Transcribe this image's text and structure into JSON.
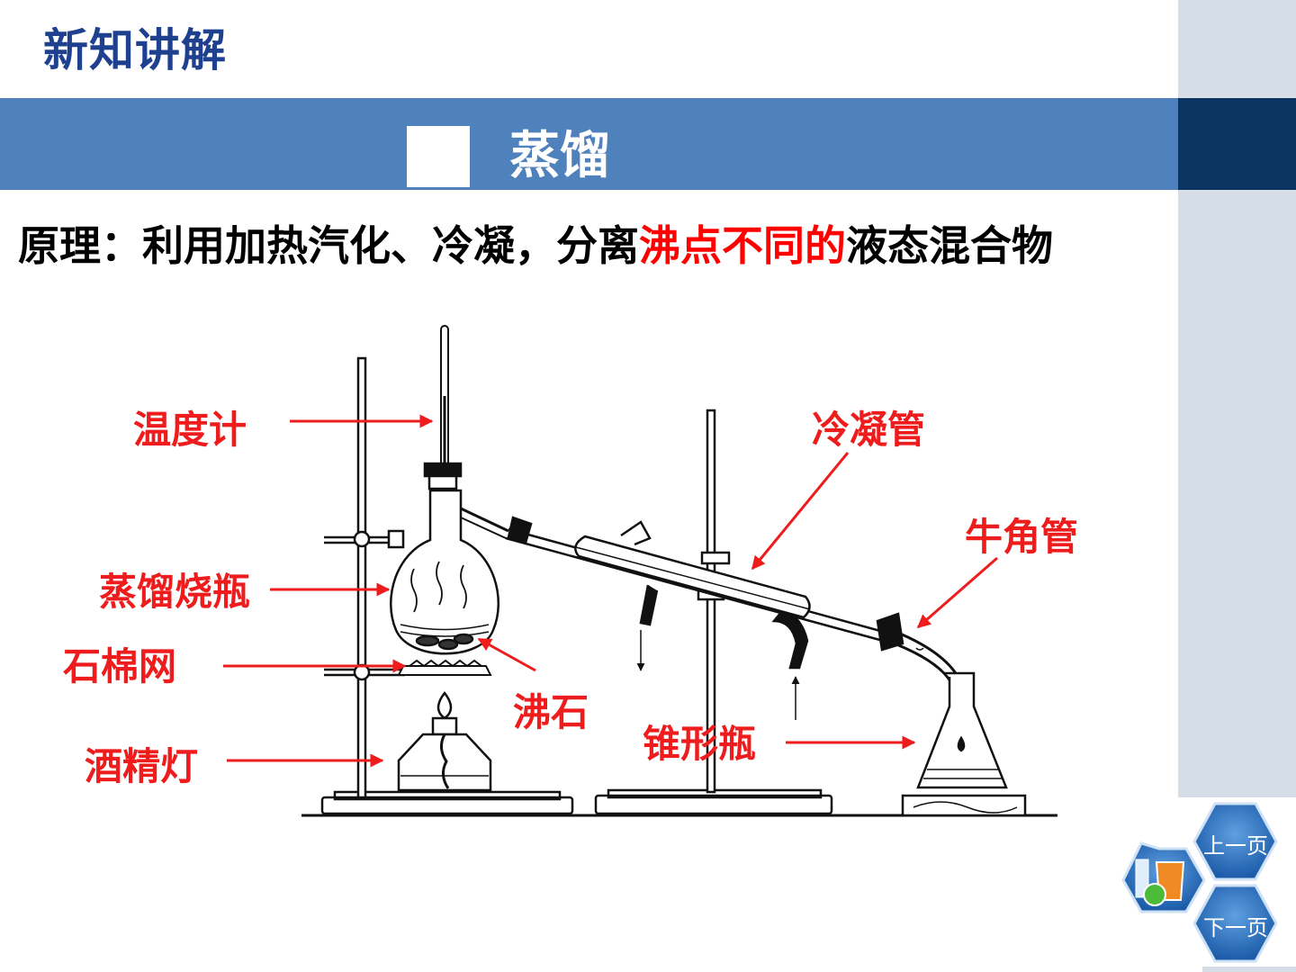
{
  "header": {
    "title": "新知讲解"
  },
  "banner": {
    "title": "蒸馏"
  },
  "principle": {
    "prefix": "原理：利用加热汽化、冷凝，分离",
    "highlight": "沸点不同的",
    "suffix": "液态混合物"
  },
  "labels": {
    "thermometer": "温度计",
    "flask": "蒸馏烧瓶",
    "gauze": "石棉网",
    "lamp": "酒精灯",
    "boiling_stone": "沸石",
    "condenser": "冷凝管",
    "adapter": "牛角管",
    "conical_flask": "锥形瓶"
  },
  "nav": {
    "prev": "上一页",
    "next": "下一页"
  },
  "colors": {
    "label_red": "#ee1c1c",
    "banner_blue": "#4f81bd",
    "title_navy": "#1f3f8f",
    "rail_dark": "#0b3461"
  }
}
